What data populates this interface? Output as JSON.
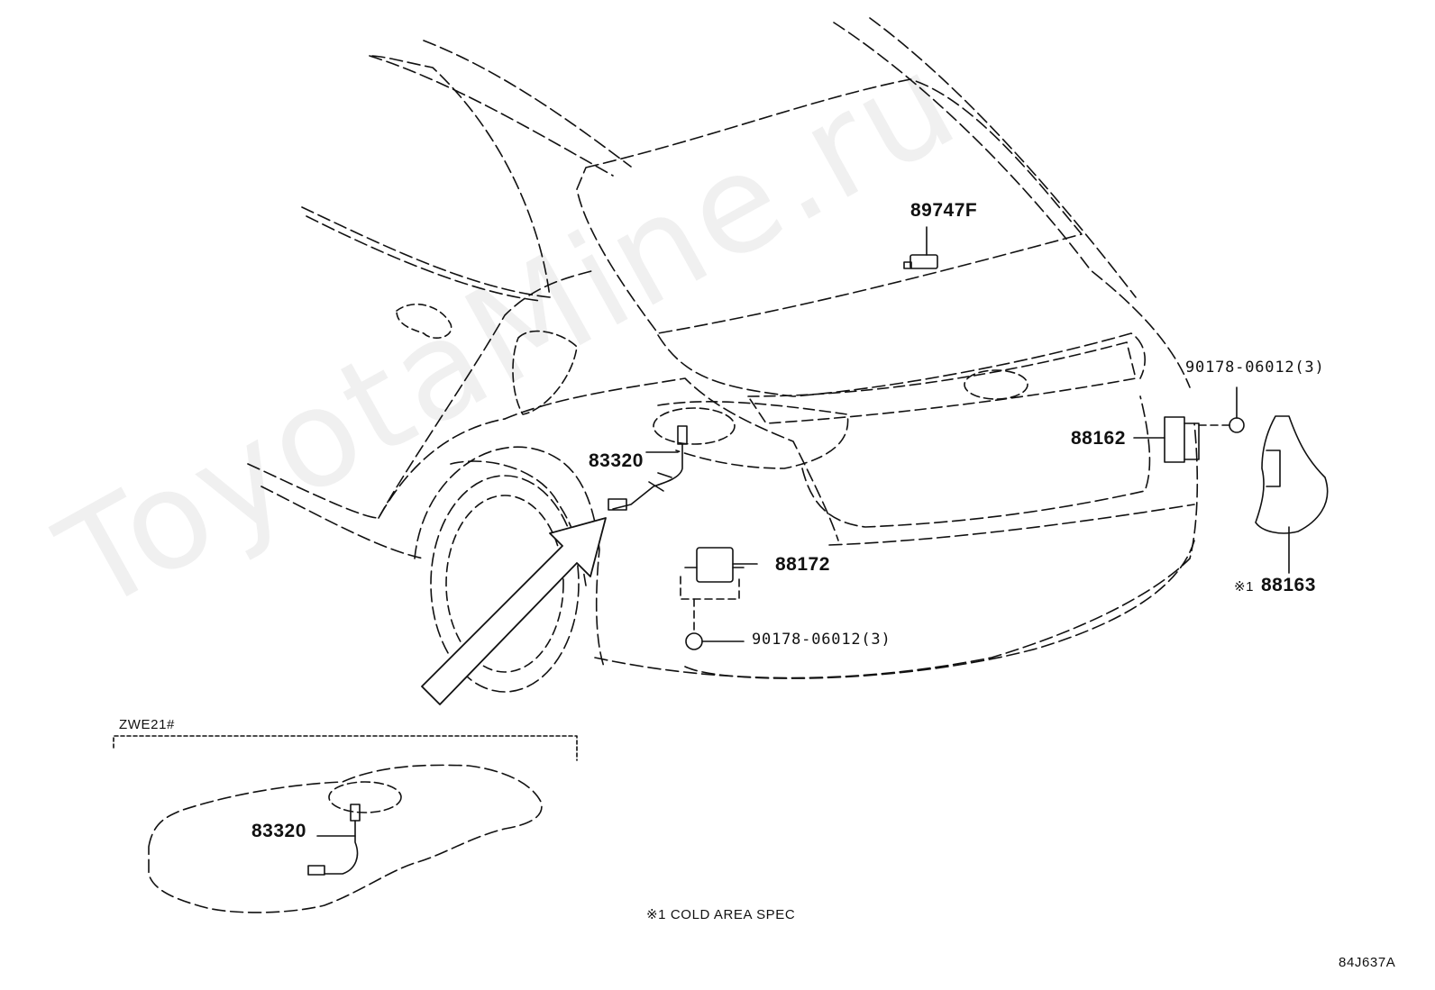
{
  "watermark": "ToyotaMine.ru",
  "labels": {
    "part_89747F": "89747F",
    "part_83320_main": "83320",
    "part_88162": "88162",
    "part_90178_upper": "90178-06012(3)",
    "part_88172": "88172",
    "part_90178_lower": "90178-06012(3)",
    "part_88163": "88163",
    "part_88163_mark": "※1",
    "variant": "ZWE21#",
    "part_83320_variant": "83320",
    "footnote": "※1 COLD AREA SPEC",
    "diagram_code": "84J637A"
  }
}
